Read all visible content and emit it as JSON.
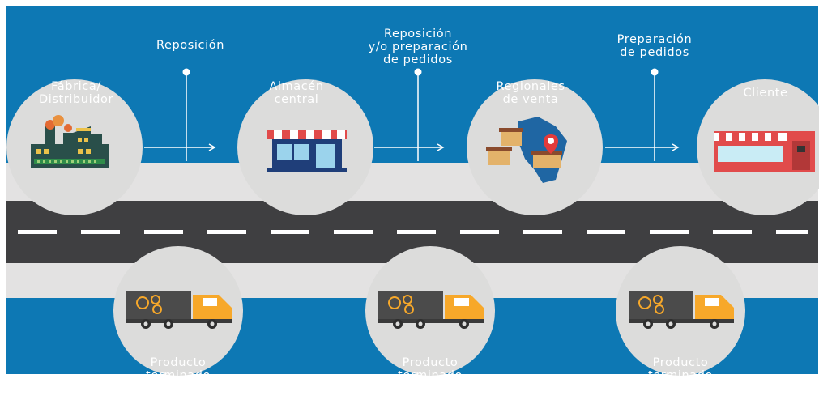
{
  "colors": {
    "background": "#0d78b4",
    "road": "#3f3f41",
    "sidewalk": "#e3e2e2",
    "bubble": "#dcdcdb",
    "text": "#ffffff",
    "truck_orange": "#f7a82a",
    "store_red": "#e14b4b",
    "pin_red": "#e33b3b"
  },
  "nodes": [
    {
      "id": "fabrica",
      "label_line1": "Fábrica/",
      "label_line2": "Distribuidor",
      "icon": "factory-icon"
    },
    {
      "id": "almacen",
      "label_line1": "Almacén",
      "label_line2": "central",
      "icon": "store-icon"
    },
    {
      "id": "regionales",
      "label_line1": "Regionales",
      "label_line2": "de venta",
      "icon": "regional-map-icon"
    },
    {
      "id": "cliente",
      "label_line1": "Cliente",
      "label_line2": "",
      "icon": "shop-icon"
    }
  ],
  "steps": [
    {
      "line1": "Reposición",
      "line2": "",
      "line3": ""
    },
    {
      "line1": "Reposición",
      "line2": "y/o preparación",
      "line3": "de pedidos"
    },
    {
      "line1": "Preparación",
      "line2": "de pedidos",
      "line3": ""
    }
  ],
  "trucks": [
    {
      "label_line1": "Producto",
      "label_line2": "terminado",
      "icon": "delivery-truck-icon"
    },
    {
      "label_line1": "Producto",
      "label_line2": "terminado",
      "icon": "delivery-truck-icon"
    },
    {
      "label_line1": "Producto",
      "label_line2": "terminado",
      "icon": "delivery-truck-icon"
    }
  ]
}
